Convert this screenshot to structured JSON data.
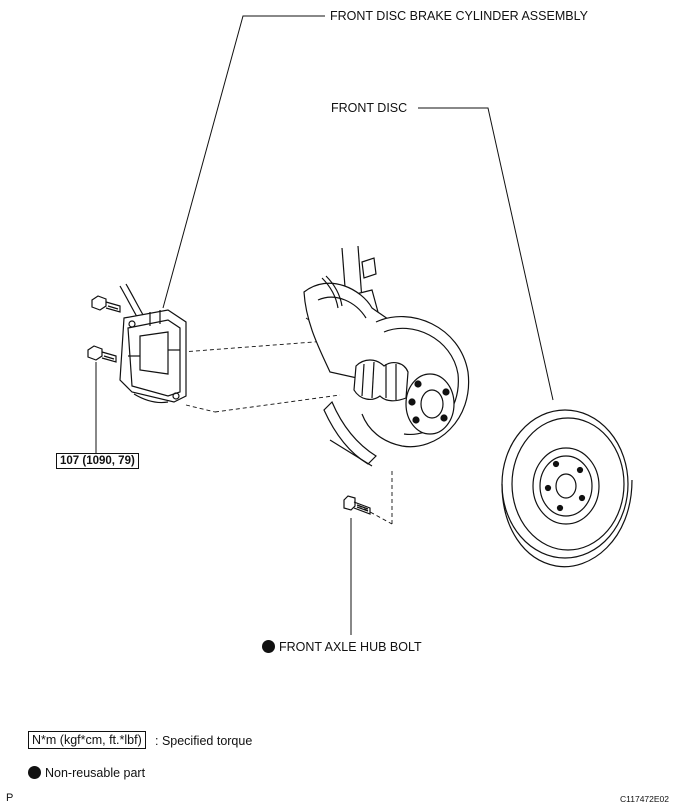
{
  "labels": {
    "caliper": "FRONT DISC BRAKE CYLINDER ASSEMBLY",
    "disc": "FRONT DISC",
    "hub_bolt": "FRONT AXLE HUB BOLT"
  },
  "torque": "107 (1090, 79)",
  "legend": {
    "torque_units": "N*m (kgf*cm, ft.*lbf)",
    "torque_desc": ": Specified torque",
    "nonreusable_desc": "Non-reusable part"
  },
  "footer": {
    "corner_mark": "P",
    "figure_id": "C117472E02"
  }
}
